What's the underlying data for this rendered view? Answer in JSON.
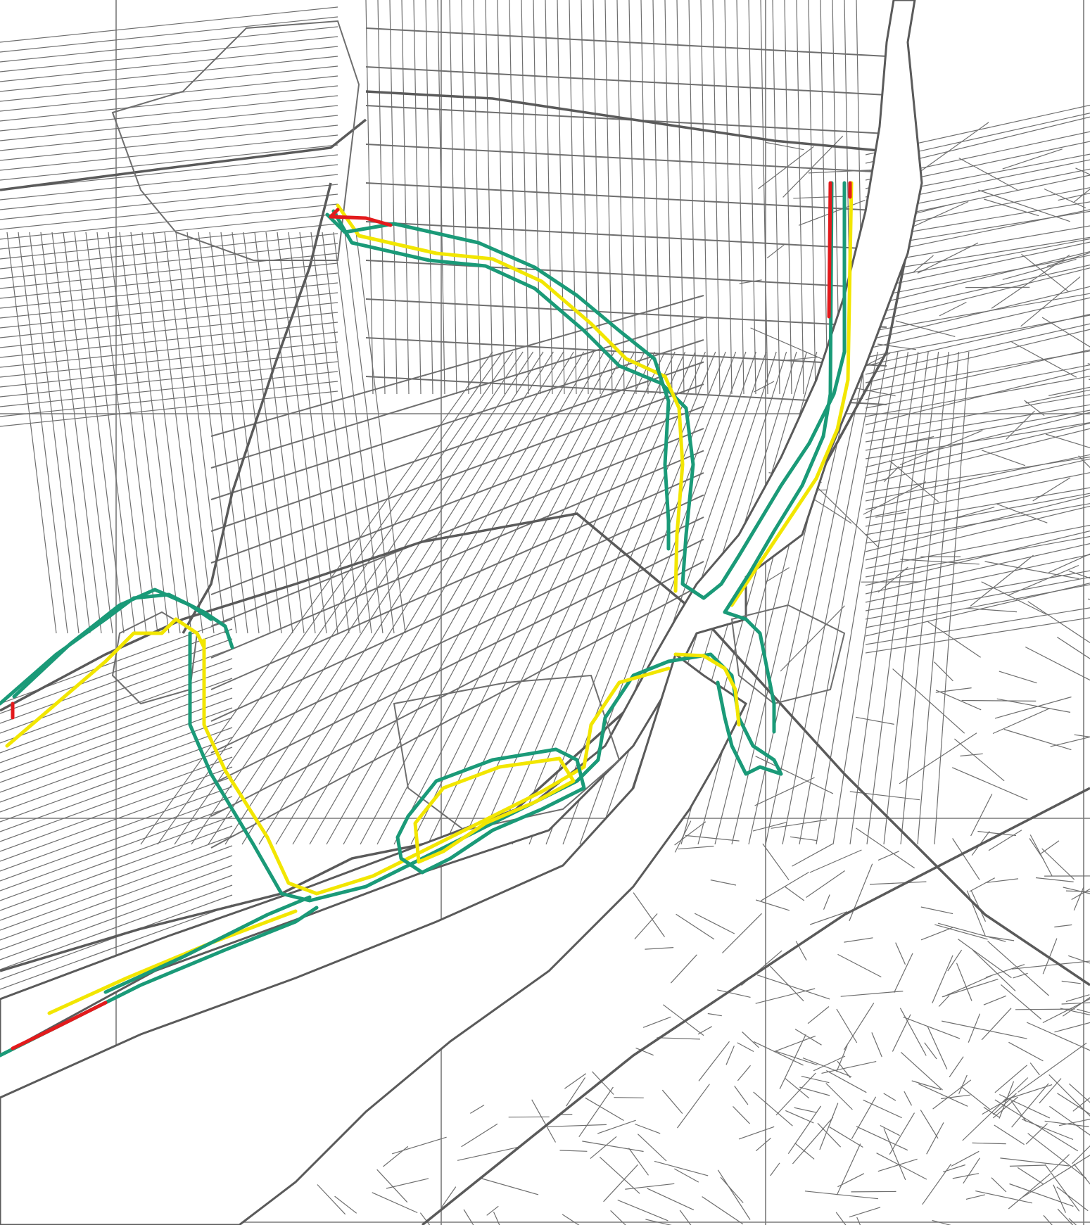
{
  "map": {
    "colors": {
      "background": "#ffffff",
      "linework": "#6e6e6e",
      "dike_green": "#1a9a78",
      "dike_yellow": "#f2e600",
      "dike_red": "#e31a1c"
    },
    "legend_categories": [
      "green",
      "yellow",
      "red"
    ]
  }
}
